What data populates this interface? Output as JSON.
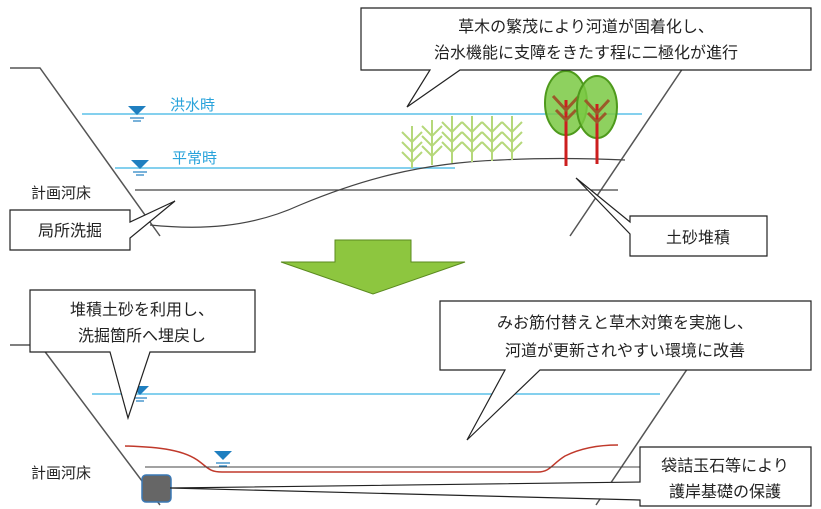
{
  "top": {
    "callout_vegetation": {
      "line1": "草木の繁茂により河道が固着化し、",
      "line2": "治水機能に支障をきたす程に二極化が進行"
    },
    "flood_label": "洪水時",
    "normal_label": "平常時",
    "plan_bed_label": "計画河床",
    "scour_label": "局所洗掘",
    "deposit_label": "土砂堆積"
  },
  "bottom": {
    "callout_refill": {
      "line1": "堆積土砂を利用し、",
      "line2": "洗掘箇所へ埋戻し"
    },
    "callout_channel": {
      "line1": "みお筋付替えと草木対策を実施し、",
      "line2": "河道が更新されやすい環境に改善"
    },
    "plan_bed_label": "計画河床",
    "callout_protection": {
      "line1": "袋詰玉石等により",
      "line2": "護岸基礎の保護"
    }
  },
  "colors": {
    "water_line": "#5bc0e8",
    "water_text": "#29a3db",
    "water_symbol": "#1f7fc0",
    "arrow_fill": "#8dc63f",
    "arrow_stroke": "#5a8a1f",
    "red_bed": "#c0392b",
    "tree_fill": "#7ac943",
    "tree_trunk": "#cc1f1f",
    "grass": "#b5d87a",
    "stone": "#666666"
  },
  "icons": [
    "water-level-icon",
    "down-arrow-icon",
    "tree-icon",
    "grass-icon",
    "sandbag-stone-icon"
  ]
}
